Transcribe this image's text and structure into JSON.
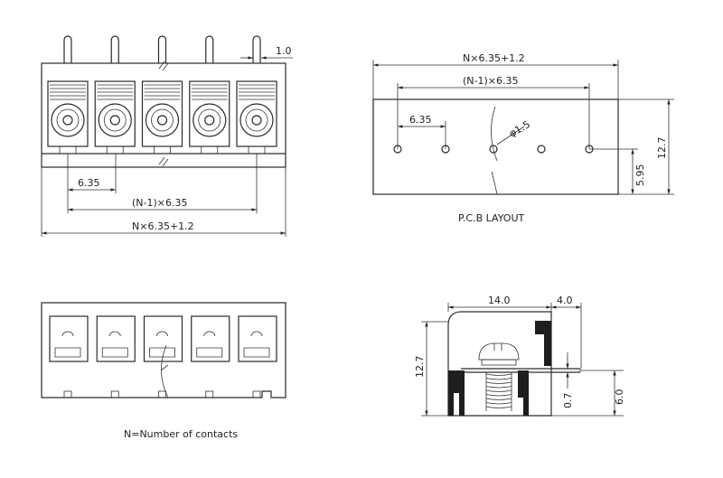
{
  "front_view": {
    "pin_width": "1.0",
    "pitch": "6.35",
    "span": "(N-1)×6.35",
    "overall": "N×6.35+1.2",
    "contacts_shown": 5
  },
  "pcb_layout": {
    "title": "P.C.B LAYOUT",
    "overall": "N×6.35+1.2",
    "span": "(N-1)×6.35",
    "pitch": "6.35",
    "hole_diameter": "φ1.5",
    "height": "12.7",
    "hole_offset": "5.95"
  },
  "side_view": {
    "depth": "14.0",
    "pin_protrusion": "4.0",
    "height": "12.7",
    "pin_thickness": "0.7",
    "pin_height": "6.0"
  },
  "note": "N=Number of contacts"
}
